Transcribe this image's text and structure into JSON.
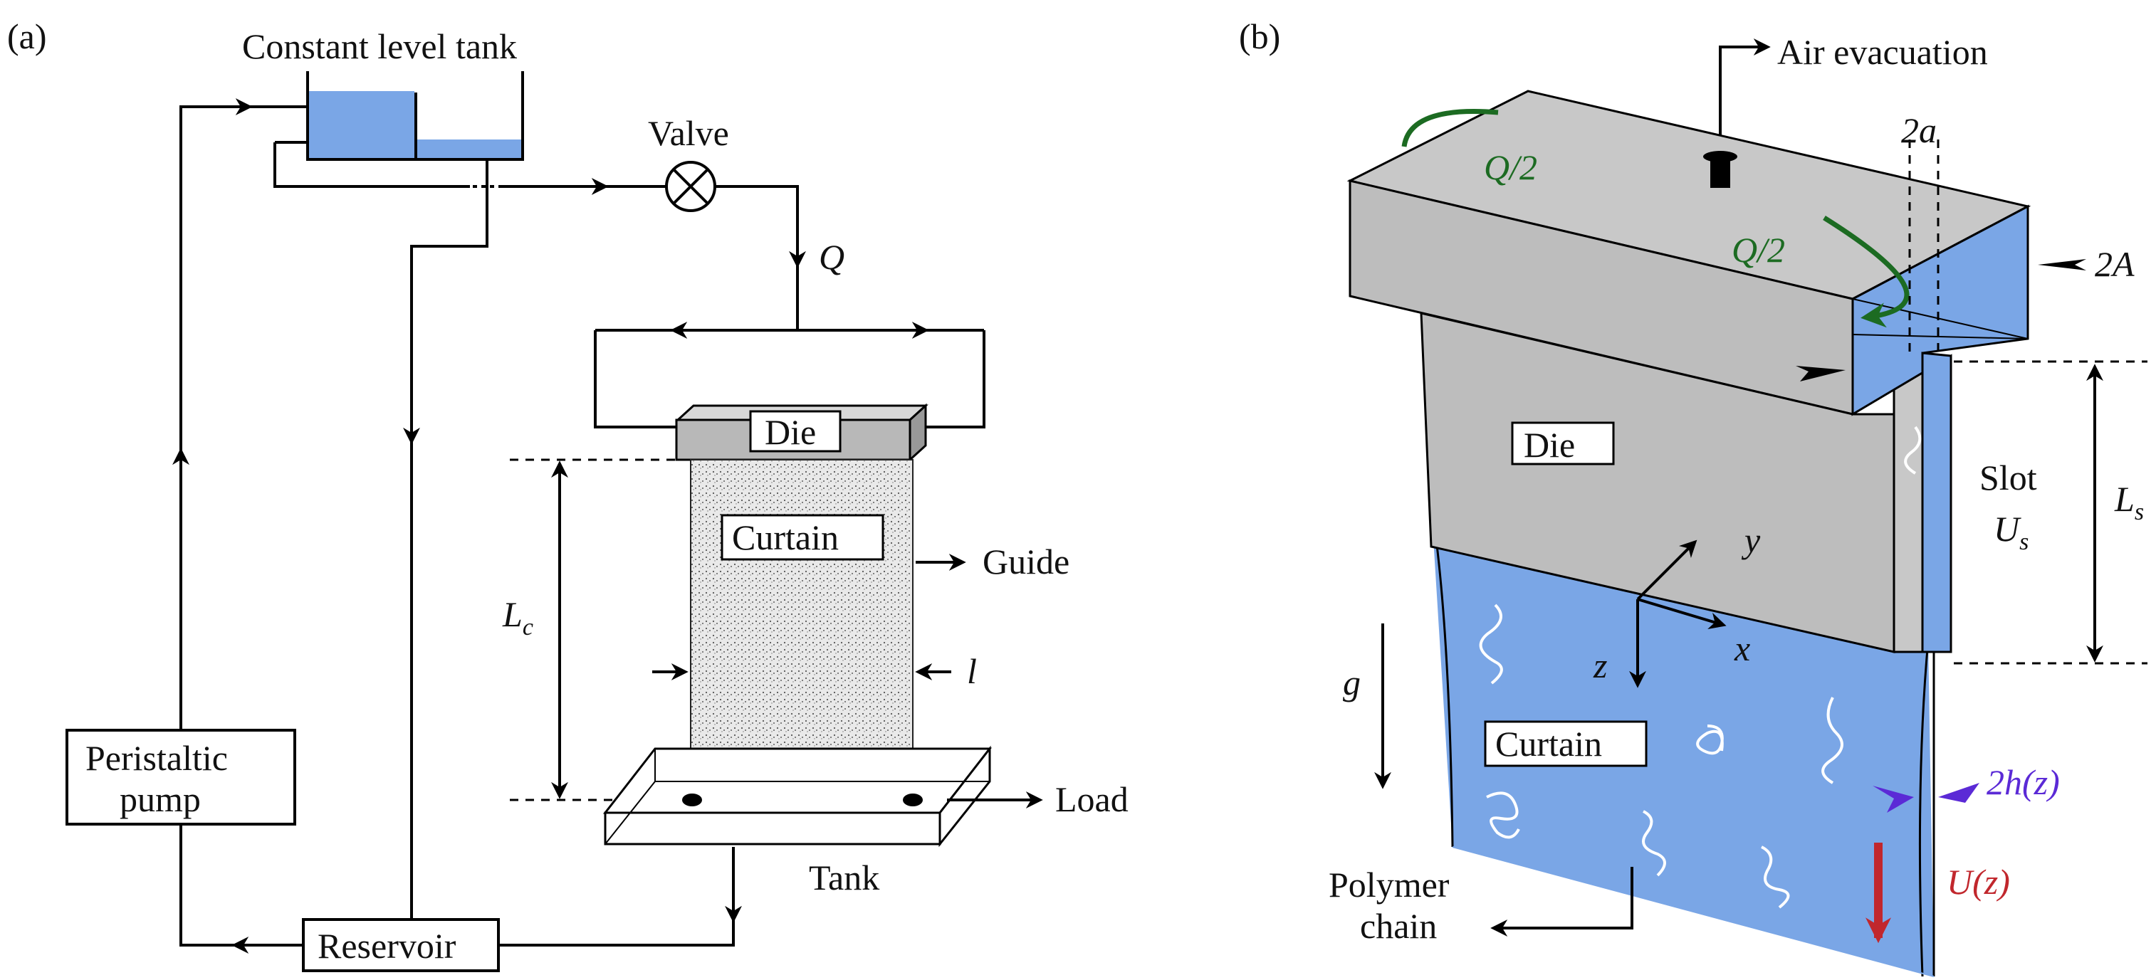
{
  "panel_a": {
    "tag": "(a)",
    "constant_level_tank": "Constant level tank",
    "valve": "Valve",
    "flow_rate": "Q",
    "die": "Die",
    "curtain": "Curtain",
    "guide": "Guide",
    "curtain_length": "L",
    "curtain_length_sub": "c",
    "curtain_width": "l",
    "load": "Load",
    "tank": "Tank",
    "reservoir": "Reservoir",
    "pump_line1": "Peristaltic",
    "pump_line2": "pump"
  },
  "panel_b": {
    "tag": "(b)",
    "air_evacuation": "Air evacuation",
    "q_half_top": "Q/2",
    "q_half_side": "Q/2",
    "slot_width": "2a",
    "die_width": "2A",
    "die": "Die",
    "slot": "Slot",
    "slot_velocity": "U",
    "slot_velocity_sub": "s",
    "slot_length": "L",
    "slot_length_sub": "s",
    "axis_y": "y",
    "axis_x": "x",
    "axis_z": "z",
    "gravity": "g",
    "curtain": "Curtain",
    "thickness": "2h(z)",
    "velocity": "U(z)",
    "polymer_line1": "Polymer",
    "polymer_line2": "chain"
  },
  "colors": {
    "fluid": "#7aa6e6",
    "die_gray": "#c8c8c8",
    "label_green": "#1c6b22",
    "label_violet": "#5b2ad6",
    "label_red": "#c1272d"
  }
}
